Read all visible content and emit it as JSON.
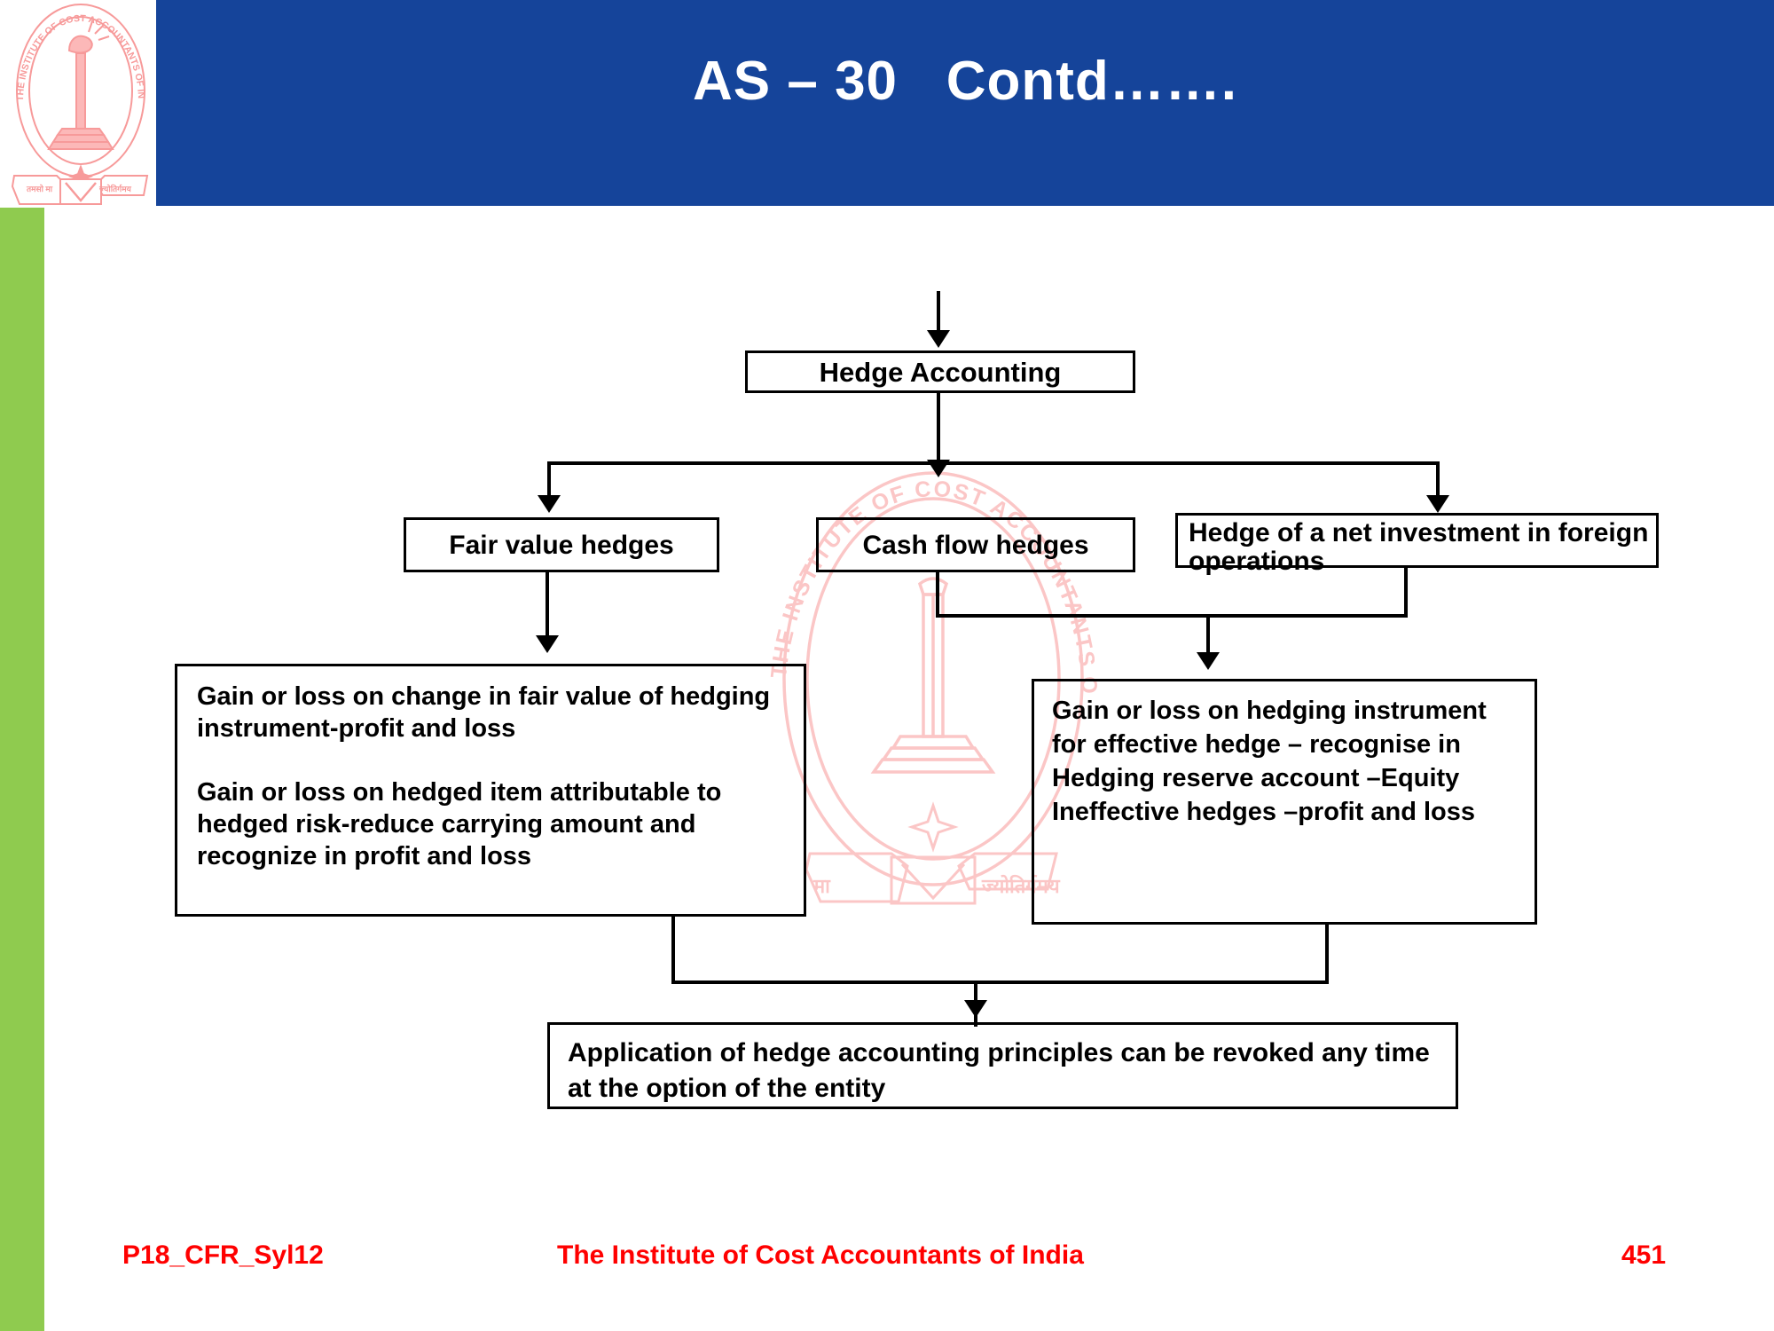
{
  "slide": {
    "title": "AS – 30   Contd…….",
    "header_color": "#15449a",
    "accent_strip_color": "#8fcb4f",
    "footer_color": "#ff0000",
    "logo_color": "#f9a0a0"
  },
  "logo": {
    "name": "institute-of-cost-accountants-of-india-seal",
    "outer_text": "THE INSTITUTE OF COST ACCOUNTANTS OF INDIA",
    "motto": "तमसो मा ज्योतिर्गमय",
    "monogram": "M"
  },
  "watermark": {
    "name": "institute-seal-watermark",
    "outer_text": "THE INSTITUTE OF COST ACCOUNTANTS OF INDIA",
    "motto": "तमसो मा ज्योतिर्गमय",
    "monogram": "M"
  },
  "diagram": {
    "type": "flowchart",
    "root": "Hedge Accounting",
    "nodes": {
      "hedge_accounting": "Hedge Accounting",
      "fair_value": "Fair value hedges",
      "cash_flow": "Cash flow hedges",
      "net_investment": "Hedge of a net investment in foreign operations",
      "fair_value_detail": "Gain or loss on change in fair value of hedging instrument-profit and loss\n\nGain or loss on hedged item attributable to hedged risk-reduce carrying amount and recognize in profit and loss",
      "cash_flow_detail": "Gain or loss on hedging instrument for effective hedge – recognise in Hedging reserve account –Equity\nIneffective hedges –profit and loss",
      "revoke": "Application of hedge accounting principles can be revoked any time at the option of the entity"
    }
  },
  "footer": {
    "code": "P18_CFR_Syl12",
    "center": "The Institute of Cost Accountants of India",
    "page": "451"
  }
}
